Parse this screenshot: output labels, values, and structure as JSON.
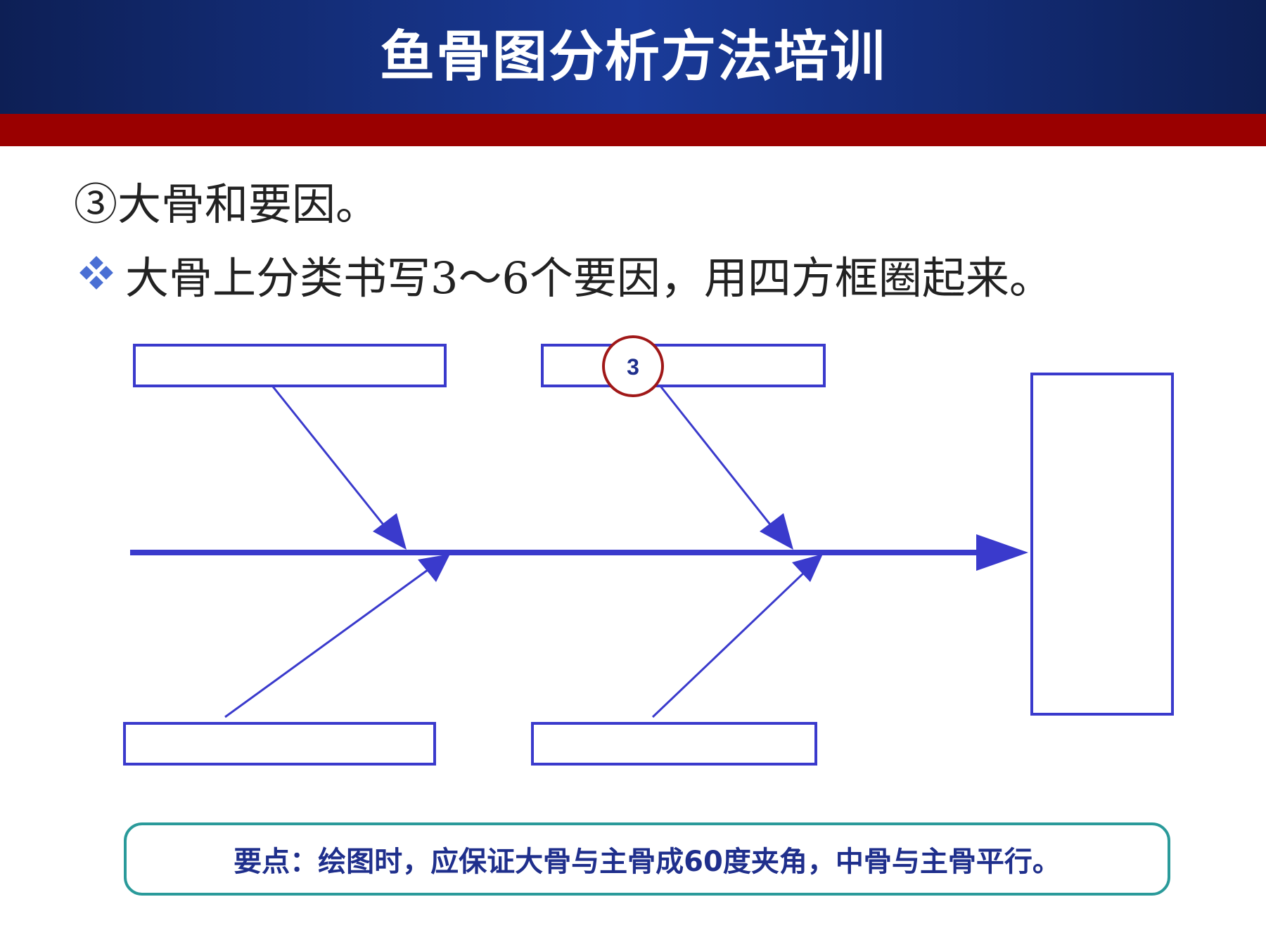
{
  "slide": {
    "title": "鱼骨图分析方法培训",
    "heading": "③大骨和要因。",
    "bullet": "大骨上分类书写3～6个要因，用四方框圈起来。",
    "note": "要点：绘图时，应保证大骨与主骨成60度夹角，中骨与主骨平行。"
  },
  "diagram": {
    "marker_label": "3",
    "colors": {
      "lines": "#3a3acc",
      "marker": "#a01818",
      "header_blue": "#1a3b9a",
      "header_red": "#9a0000",
      "note_border": "#2a9a9a"
    }
  }
}
